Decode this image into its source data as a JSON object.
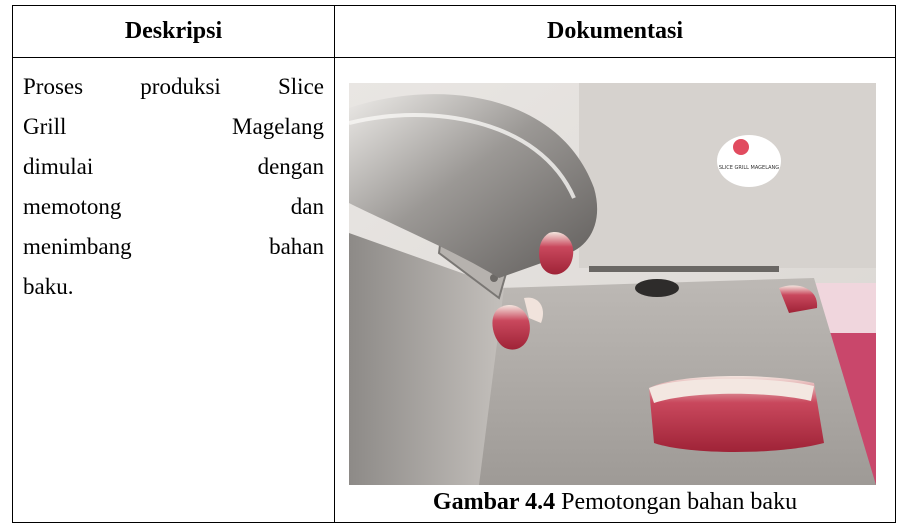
{
  "table": {
    "header_desc": "Deskripsi",
    "header_doc": "Dokumentasi"
  },
  "description": {
    "lines": [
      [
        "Proses",
        "produksi",
        "Slice"
      ],
      [
        "Grill",
        "Magelang"
      ],
      [
        "dimulai",
        "dengan"
      ],
      [
        "memotong",
        "dan"
      ],
      [
        "menimbang",
        "bahan"
      ],
      [
        "baku."
      ]
    ]
  },
  "figure": {
    "label": "Gambar 4.4",
    "caption": "Pemotongan bahan baku",
    "sticker_text": "SLICE GRILL MAGELANG",
    "colors": {
      "steel_light": "#c9c6c2",
      "steel_dark": "#6f6c6a",
      "meat_red": "#b33146",
      "fat_white": "#f1e3dc",
      "wall_pink": "#c9476b"
    }
  }
}
